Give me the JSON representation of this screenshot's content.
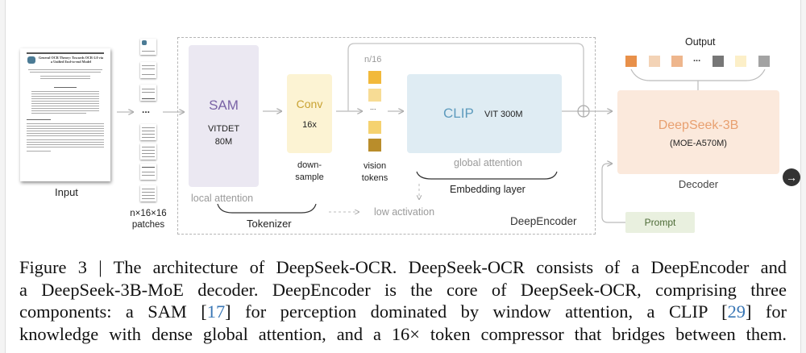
{
  "figure": {
    "input": {
      "label": "Input",
      "document_title": "General OCR Theory: Towards OCR-2.0 via a Unified End-to-end Model"
    },
    "patches": {
      "label_line1": "n×16×16",
      "label_line2": "patches",
      "ellipsis": "..."
    },
    "encoder": {
      "name": "DeepEncoder",
      "sam": {
        "title": "SAM",
        "model": "VITDET",
        "params": "80M",
        "note": "local attention"
      },
      "conv": {
        "title": "Conv",
        "factor": "16x",
        "note_line1": "down-",
        "note_line2": "sample"
      },
      "tokenizer_label": "Tokenizer",
      "vision_tokens": {
        "count_label": "n/16",
        "ellipsis": "...",
        "label_line1": "vision",
        "label_line2": "tokens",
        "colors": [
          "#f2b93b",
          "#f7dc95",
          "#f5d270",
          "#b98d2b"
        ]
      },
      "clip": {
        "title": "CLIP",
        "model": "VIT 300M",
        "note": "global attention"
      },
      "embedding_label": "Embedding layer",
      "low_activation_label": "low activation"
    },
    "decoder": {
      "title": "DeepSeek-3B",
      "subtitle": "(MOE-A570M)",
      "label": "Decoder",
      "prompt_label": "Prompt"
    },
    "output": {
      "label": "Output",
      "ellipsis": "...",
      "token_colors": [
        "#e8904a",
        "#f3d3b6",
        "#eeb68d",
        "#777777",
        "#fcefc8",
        "#a3a3a3"
      ]
    },
    "colors": {
      "sam_title": "#7a63a6",
      "conv_title": "#c8a232",
      "clip_title": "#5e9bbd",
      "decoder_title": "#e8a070"
    }
  },
  "caption": {
    "line1": "Figure 3 | The architecture of DeepSeek-OCR. DeepSeek-OCR consists of a DeepEncoder and",
    "line2": "a DeepSeek-3B-MoE decoder.  DeepEncoder is the core of DeepSeek-OCR, comprising three",
    "line3_a": "components:  a SAM [",
    "ref1": "17",
    "line3_b": "] for perception dominated by window attention, a CLIP [",
    "ref2": "29",
    "line3_c": "] for",
    "line4": "knowledge with dense global attention, and a 16× token compressor that bridges between them."
  },
  "navigation": {
    "next_icon": "→"
  }
}
